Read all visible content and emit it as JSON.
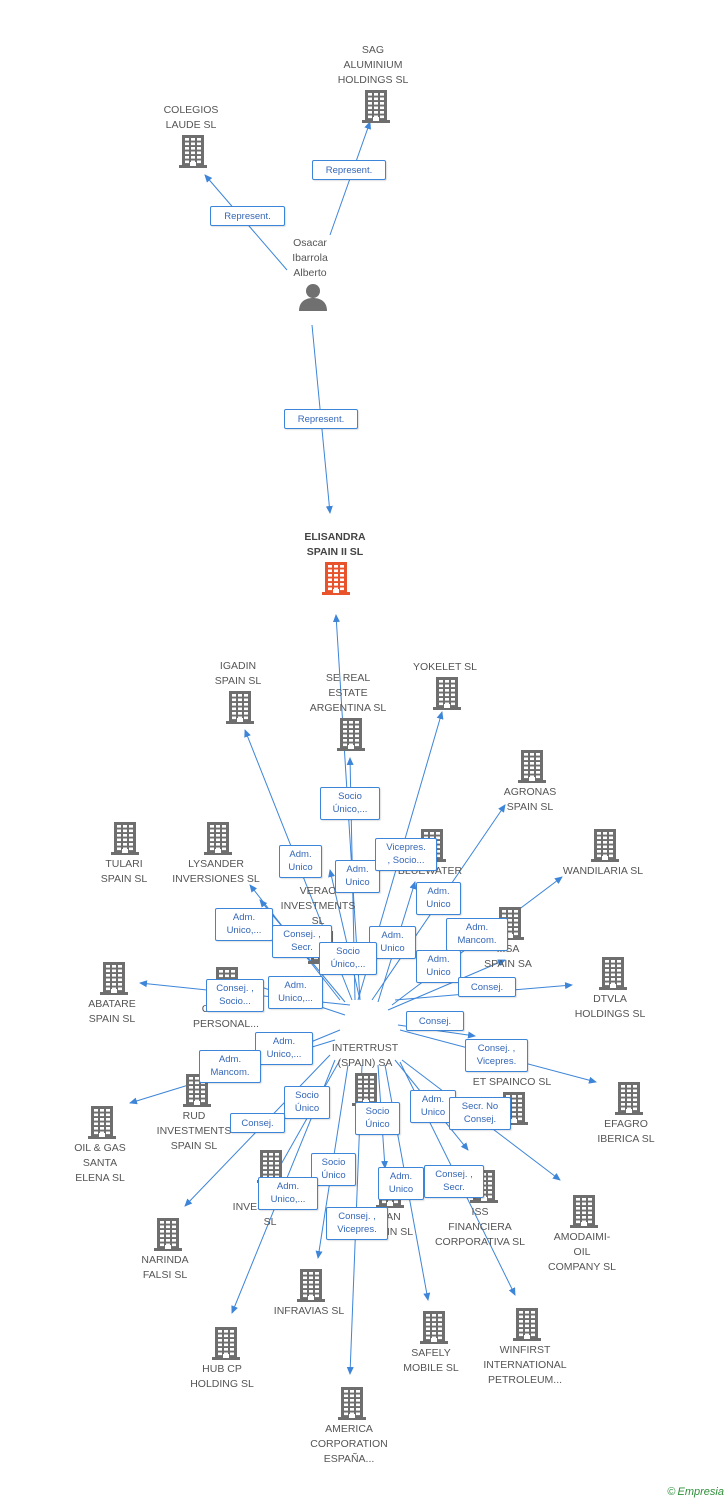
{
  "colors": {
    "edge": "#3d85d8",
    "building": "#6e6e6e",
    "highlight": "#e8532c",
    "person": "#707070",
    "badge_text": "#3567b8"
  },
  "nodes": [
    {
      "id": "sag",
      "label": "SAG\nALUMINIUM\nHOLDINGS SL",
      "icon": "building-icon",
      "slug": "sag-aluminium-holdings"
    },
    {
      "id": "colegios",
      "label": "COLEGIOS\nLAUDE SL",
      "icon": "building-icon",
      "slug": "colegios-laude"
    },
    {
      "id": "oscar",
      "label": "Osacar\nIbarrola\nAlberto",
      "icon": "person-icon",
      "slug": "osacar-ibarrola-alberto"
    },
    {
      "id": "elisandra",
      "label": "ELISANDRA\nSPAIN II SL",
      "icon": "building-icon",
      "slug": "elisandra-spain-ii",
      "highlight": true
    },
    {
      "id": "igadin",
      "label": "IGADIN\nSPAIN SL",
      "icon": "building-icon",
      "slug": "igadin-spain"
    },
    {
      "id": "sereal",
      "label": "SE REAL\nESTATE\nARGENTINA SL",
      "icon": "building-icon",
      "slug": "se-real-estate-argentina"
    },
    {
      "id": "yokelet",
      "label": "YOKELET SL",
      "icon": "building-icon",
      "slug": "yokelet"
    },
    {
      "id": "agronas",
      "label": "AGRONAS\nSPAIN SL",
      "icon": "building-icon",
      "slug": "agronas-spain"
    },
    {
      "id": "tulari",
      "label": "TULARI\nSPAIN SL",
      "icon": "building-icon",
      "slug": "tulari-spain"
    },
    {
      "id": "lysander",
      "label": "LYSANDER\nINVERSIONES SL",
      "icon": "building-icon",
      "slug": "lysander-inversiones"
    },
    {
      "id": "verao",
      "label": "VERAO\nINVESTMENTS\nSL",
      "icon": "building-icon",
      "slug": "verao-investments"
    },
    {
      "id": "bluewater",
      "label": "BLUEWATER\nCAP...",
      "icon": "building-icon",
      "slug": "bluewater-cap"
    },
    {
      "id": "wandilaria",
      "label": "WANDILARIA SL",
      "icon": "building-icon",
      "slug": "wandilaria"
    },
    {
      "id": "sospain",
      "label": "...SA\nSPAIN SA",
      "icon": "building-icon",
      "slug": "spain-sa"
    },
    {
      "id": "abatare",
      "label": "ABATARE\nSPAIN SL",
      "icon": "building-icon",
      "slug": "abatare-spain"
    },
    {
      "id": "cuidado",
      "label": "CUIDADO\nPERSONAL...",
      "icon": "building-icon",
      "slug": "cuidado-personal"
    },
    {
      "id": "dtvla",
      "label": "DTVLA\nHOLDINGS SL",
      "icon": "building-icon",
      "slug": "dtvla-holdings"
    },
    {
      "id": "intertrust",
      "label": "INTERTRUST\n(SPAIN) SA",
      "icon": "building-icon",
      "slug": "intertrust-spain"
    },
    {
      "id": "etspainco",
      "label": "ET SPAINCO SL",
      "icon": "building-icon",
      "slug": "et-spainco"
    },
    {
      "id": "rud",
      "label": "RUD\nINVESTMENTS\nSPAIN SL",
      "icon": "building-icon",
      "slug": "rud-investments-spain"
    },
    {
      "id": "oilgas",
      "label": "OIL & GAS\nSANTA\nELENA SL",
      "icon": "building-icon",
      "slug": "oil-gas-santa-elena"
    },
    {
      "id": "efagro",
      "label": "EFAGRO\nIBERICA SL",
      "icon": "building-icon",
      "slug": "efagro-iberica"
    },
    {
      "id": "tinv",
      "label": "T...\nINVESTMENTS\nSL",
      "icon": "building-icon",
      "slug": "t-investments"
    },
    {
      "id": "span",
      "label": "...AN\n...PAIN SL",
      "icon": "building-icon",
      "slug": "an-spain"
    },
    {
      "id": "issfin",
      "label": "ISS\nFINANCIERA\nCORPORATIVA SL",
      "icon": "building-icon",
      "slug": "iss-financiera-corporativa"
    },
    {
      "id": "amodaimi",
      "label": "AMODAIMI-\nOIL\nCOMPANY SL",
      "icon": "building-icon",
      "slug": "amodaimi-oil-company"
    },
    {
      "id": "narinda",
      "label": "NARINDA\nFALSI SL",
      "icon": "building-icon",
      "slug": "narinda-falsi"
    },
    {
      "id": "infravias",
      "label": "INFRAVIAS SL",
      "icon": "building-icon",
      "slug": "infravias"
    },
    {
      "id": "safely",
      "label": "SAFELY\nMOBILE SL",
      "icon": "building-icon",
      "slug": "safely-mobile"
    },
    {
      "id": "winfirst",
      "label": "WINFIRST\nINTERNATIONAL\nPETROLEUM...",
      "icon": "building-icon",
      "slug": "winfirst-international-petroleum"
    },
    {
      "id": "hubcp",
      "label": "HUB CP\nHOLDING SL",
      "icon": "building-icon",
      "slug": "hub-cp-holding"
    },
    {
      "id": "america",
      "label": "AMERICA\nCORPORATION\nESPAÑA...",
      "icon": "building-icon",
      "slug": "america-corporation-espana"
    }
  ],
  "badges": [
    {
      "text": "Represent.",
      "slug": "represent-sag"
    },
    {
      "text": "Represent.",
      "slug": "represent-colegios"
    },
    {
      "text": "Represent.",
      "slug": "represent-elisandra"
    },
    {
      "text": "Socio\nÚnico,...",
      "slug": "socio-unico-sereal"
    },
    {
      "text": "Adm.\nUnico",
      "slug": "adm-unico-igadin"
    },
    {
      "text": "Adm.\nUnico",
      "slug": "adm-unico-verao"
    },
    {
      "text": "Vicepres.\n, Socio...",
      "slug": "vicepres-socio-yokelet"
    },
    {
      "text": "Adm.\nUnico",
      "slug": "adm-unico-bluewater"
    },
    {
      "text": "Adm.\nUnico,...",
      "slug": "adm-unico-tulari"
    },
    {
      "text": "Consej. ,\nSecr.",
      "slug": "consej-secr-lysander"
    },
    {
      "text": "Adm.\nUnico",
      "slug": "adm-unico-center"
    },
    {
      "text": "Adm.\nMancom.",
      "slug": "adm-mancom-agronas"
    },
    {
      "text": "Socio\nÚnico,...",
      "slug": "socio-unico-elisandra"
    },
    {
      "text": "Adm.\nUnico",
      "slug": "adm-unico-sospain"
    },
    {
      "text": "Consej. ,\nSocio...",
      "slug": "consej-socio-abatare"
    },
    {
      "text": "Adm.\nUnico,...",
      "slug": "adm-unico-cuidado"
    },
    {
      "text": "Consej.",
      "slug": "consej-dtvla"
    },
    {
      "text": "Consej.",
      "slug": "consej-etspainco"
    },
    {
      "text": "Adm.\nUnico,...",
      "slug": "adm-unico-rud"
    },
    {
      "text": "Consej. ,\nVicepres.",
      "slug": "consej-vicepres-efagro"
    },
    {
      "text": "Adm.\nMancom.",
      "slug": "adm-mancom-oilgas"
    },
    {
      "text": "Socio\nÚnico",
      "slug": "socio-unico-narinda"
    },
    {
      "text": "Consej.",
      "slug": "consej-tinv"
    },
    {
      "text": "Socio\nÚnico",
      "slug": "socio-unico-infravias"
    },
    {
      "text": "Adm.\nUnico",
      "slug": "adm-unico-issfin"
    },
    {
      "text": "Secr. No\nConsej.",
      "slug": "secr-no-consej-amodaimi"
    },
    {
      "text": "Socio\nÚnico",
      "slug": "socio-unico-span"
    },
    {
      "text": "Adm.\nUnico,...",
      "slug": "adm-unico-hubcp"
    },
    {
      "text": "Adm.\nUnico",
      "slug": "adm-unico-safely"
    },
    {
      "text": "Consej. ,\nSecr.",
      "slug": "consej-secr-winfirst"
    },
    {
      "text": "Consej. ,\nVicepres.",
      "slug": "consej-vicepres-america"
    }
  ],
  "brand": {
    "copyright": "©",
    "name": "Empresia"
  }
}
